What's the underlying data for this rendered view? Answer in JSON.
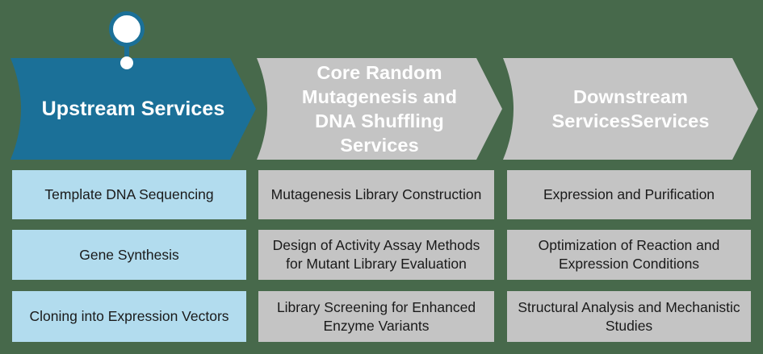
{
  "colors": {
    "background": "#47694b",
    "primary_banner": "#1b7098",
    "secondary_banner": "#c4c4c4",
    "primary_cell": "#b2dcee",
    "secondary_cell": "#c4c4c4",
    "banner_text": "#ffffff",
    "cell_text": "#1a1a1a"
  },
  "marker": {
    "icon": "map-pin-icon",
    "attached_to_column": 0
  },
  "columns": [
    {
      "id": "upstream",
      "header": "Upstream Services",
      "style": "primary",
      "items": [
        "Template DNA Sequencing",
        "Gene Synthesis",
        "Cloning into Expression Vectors"
      ]
    },
    {
      "id": "core",
      "header": "Core Random Mutagenesis and DNA Shuffling Services",
      "style": "secondary",
      "items": [
        "Mutagenesis Library Construction",
        "Design of Activity Assay Methods for Mutant Library Evaluation",
        "Library Screening for Enhanced Enzyme Variants"
      ]
    },
    {
      "id": "downstream",
      "header": "Downstream ServicesServices",
      "style": "secondary",
      "items": [
        "Expression and Purification",
        "Optimization of Reaction and Expression Conditions",
        "Structural Analysis and Mechanistic Studies"
      ]
    }
  ]
}
